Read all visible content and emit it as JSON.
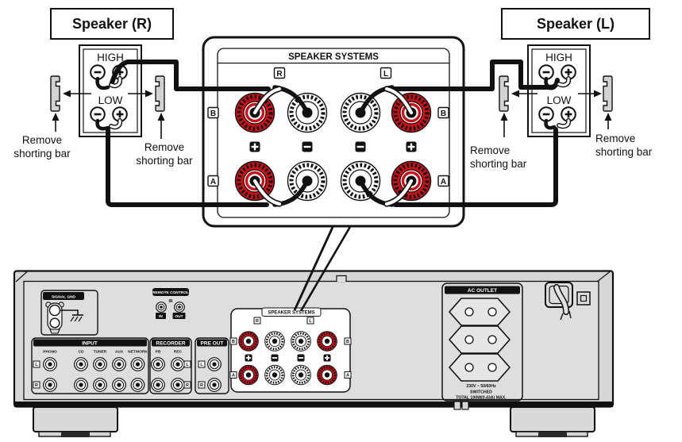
{
  "colors": {
    "red": "#c8101b",
    "body_gray": "#d6d6d6",
    "face_gray": "#dedede",
    "wire_black": "#111111"
  },
  "speakers": {
    "right": {
      "title": "Speaker (R)",
      "high": "HIGH",
      "low": "LOW",
      "plus": "+",
      "minus": "−"
    },
    "left": {
      "title": "Speaker (L)",
      "high": "HIGH",
      "low": "LOW",
      "plus": "+",
      "minus": "−"
    }
  },
  "remove_note": {
    "line1": "Remove",
    "line2": "shorting bar"
  },
  "main_panel": {
    "title": "SPEAKER SYSTEMS",
    "r": "R",
    "l": "L",
    "b": "B",
    "a": "A",
    "plus": "+",
    "minus": "−"
  },
  "amp": {
    "signal_gnd_label": "SIGNAL GND",
    "remote": {
      "label": "REMOTE CONTROL",
      "ir": "IR",
      "in_jack": "IN",
      "out_jack": "OUT"
    },
    "input": {
      "label": "INPUT",
      "channels": [
        "PHONO",
        "CD",
        "TUNER",
        "AUX",
        "NETWORK"
      ]
    },
    "recorder": {
      "label": "RECORDER",
      "channels": [
        "PB",
        "REC"
      ]
    },
    "pre_out_label": "PRE OUT",
    "ch_l": "L",
    "ch_r": "R",
    "speaker_systems": {
      "title": "SPEAKER SYSTEMS",
      "r": "R",
      "l": "L",
      "b": "B",
      "a": "A",
      "plus": "+",
      "minus": "−"
    },
    "ac_outlet": {
      "label": "AC OUTLET",
      "rating": "230V ~ 50/60Hz",
      "switched": "SWITCHED",
      "total": "TOTAL 100W(0.43A) MAX."
    }
  }
}
